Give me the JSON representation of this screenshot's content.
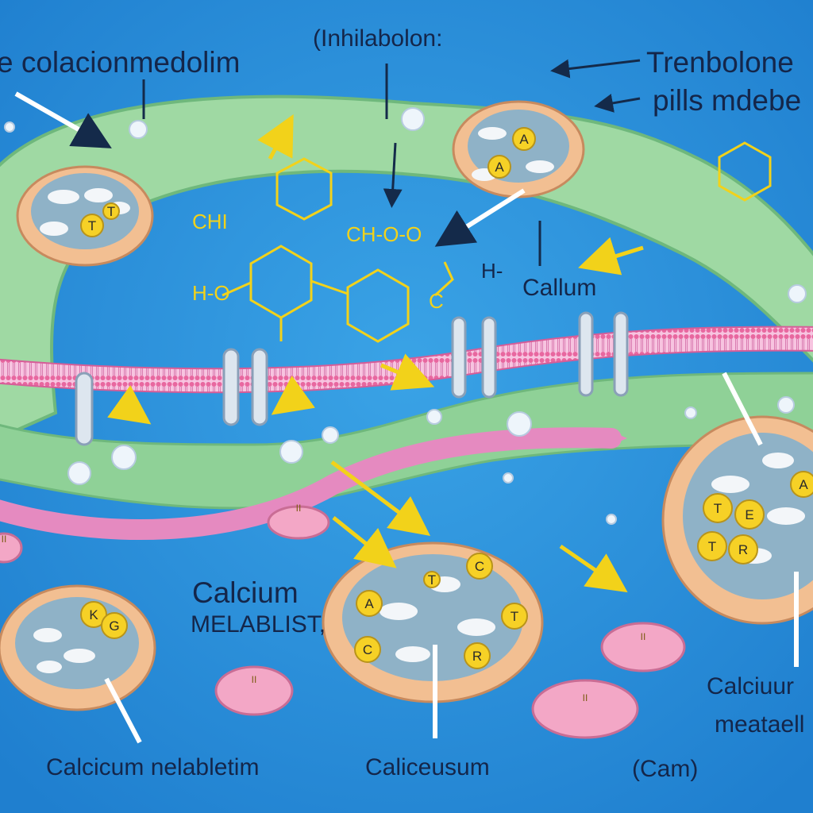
{
  "labels": {
    "top_left": "e colacionmedolim",
    "top_center": "(Inhilabolon:",
    "top_right_1": "Trenbolone",
    "top_right_2": "pills mdebe",
    "chem_ch": "CHI",
    "chem_cho": "CH-O-O",
    "chem_h": "H-",
    "chem_o": "H-O",
    "chem_c": "C",
    "callum": "Callum",
    "calcium": "Calcium",
    "melablist": "MELABLIST,",
    "bottom_left": "Calcicum nelabletim",
    "bottom_center": "Caliceusum",
    "bottom_cam": "(Cam)",
    "bottom_right_1": "Calciuur",
    "bottom_right_2": "meataell"
  },
  "vesicle_beads": {
    "top_left": [
      "T",
      "T"
    ],
    "top_mid": [
      "A",
      "A"
    ],
    "bottom_left": [
      "K",
      "G"
    ],
    "bottom_center": [
      "C",
      "A",
      "T",
      "C",
      "R",
      "T"
    ],
    "right": [
      "T",
      "E",
      "T",
      "R",
      "A"
    ]
  },
  "pill_marks": [
    "II",
    "II",
    "II",
    "II",
    "II"
  ],
  "colors": {
    "background": "#2a8fd6",
    "green_band": "#9fd9a3",
    "membrane_pink": "#e879b8",
    "vesicle_rim": "#f2bf92",
    "bead_yellow": "#f6d126",
    "arrow_yellow": "#f2d21a",
    "text_dark": "#14264a"
  }
}
